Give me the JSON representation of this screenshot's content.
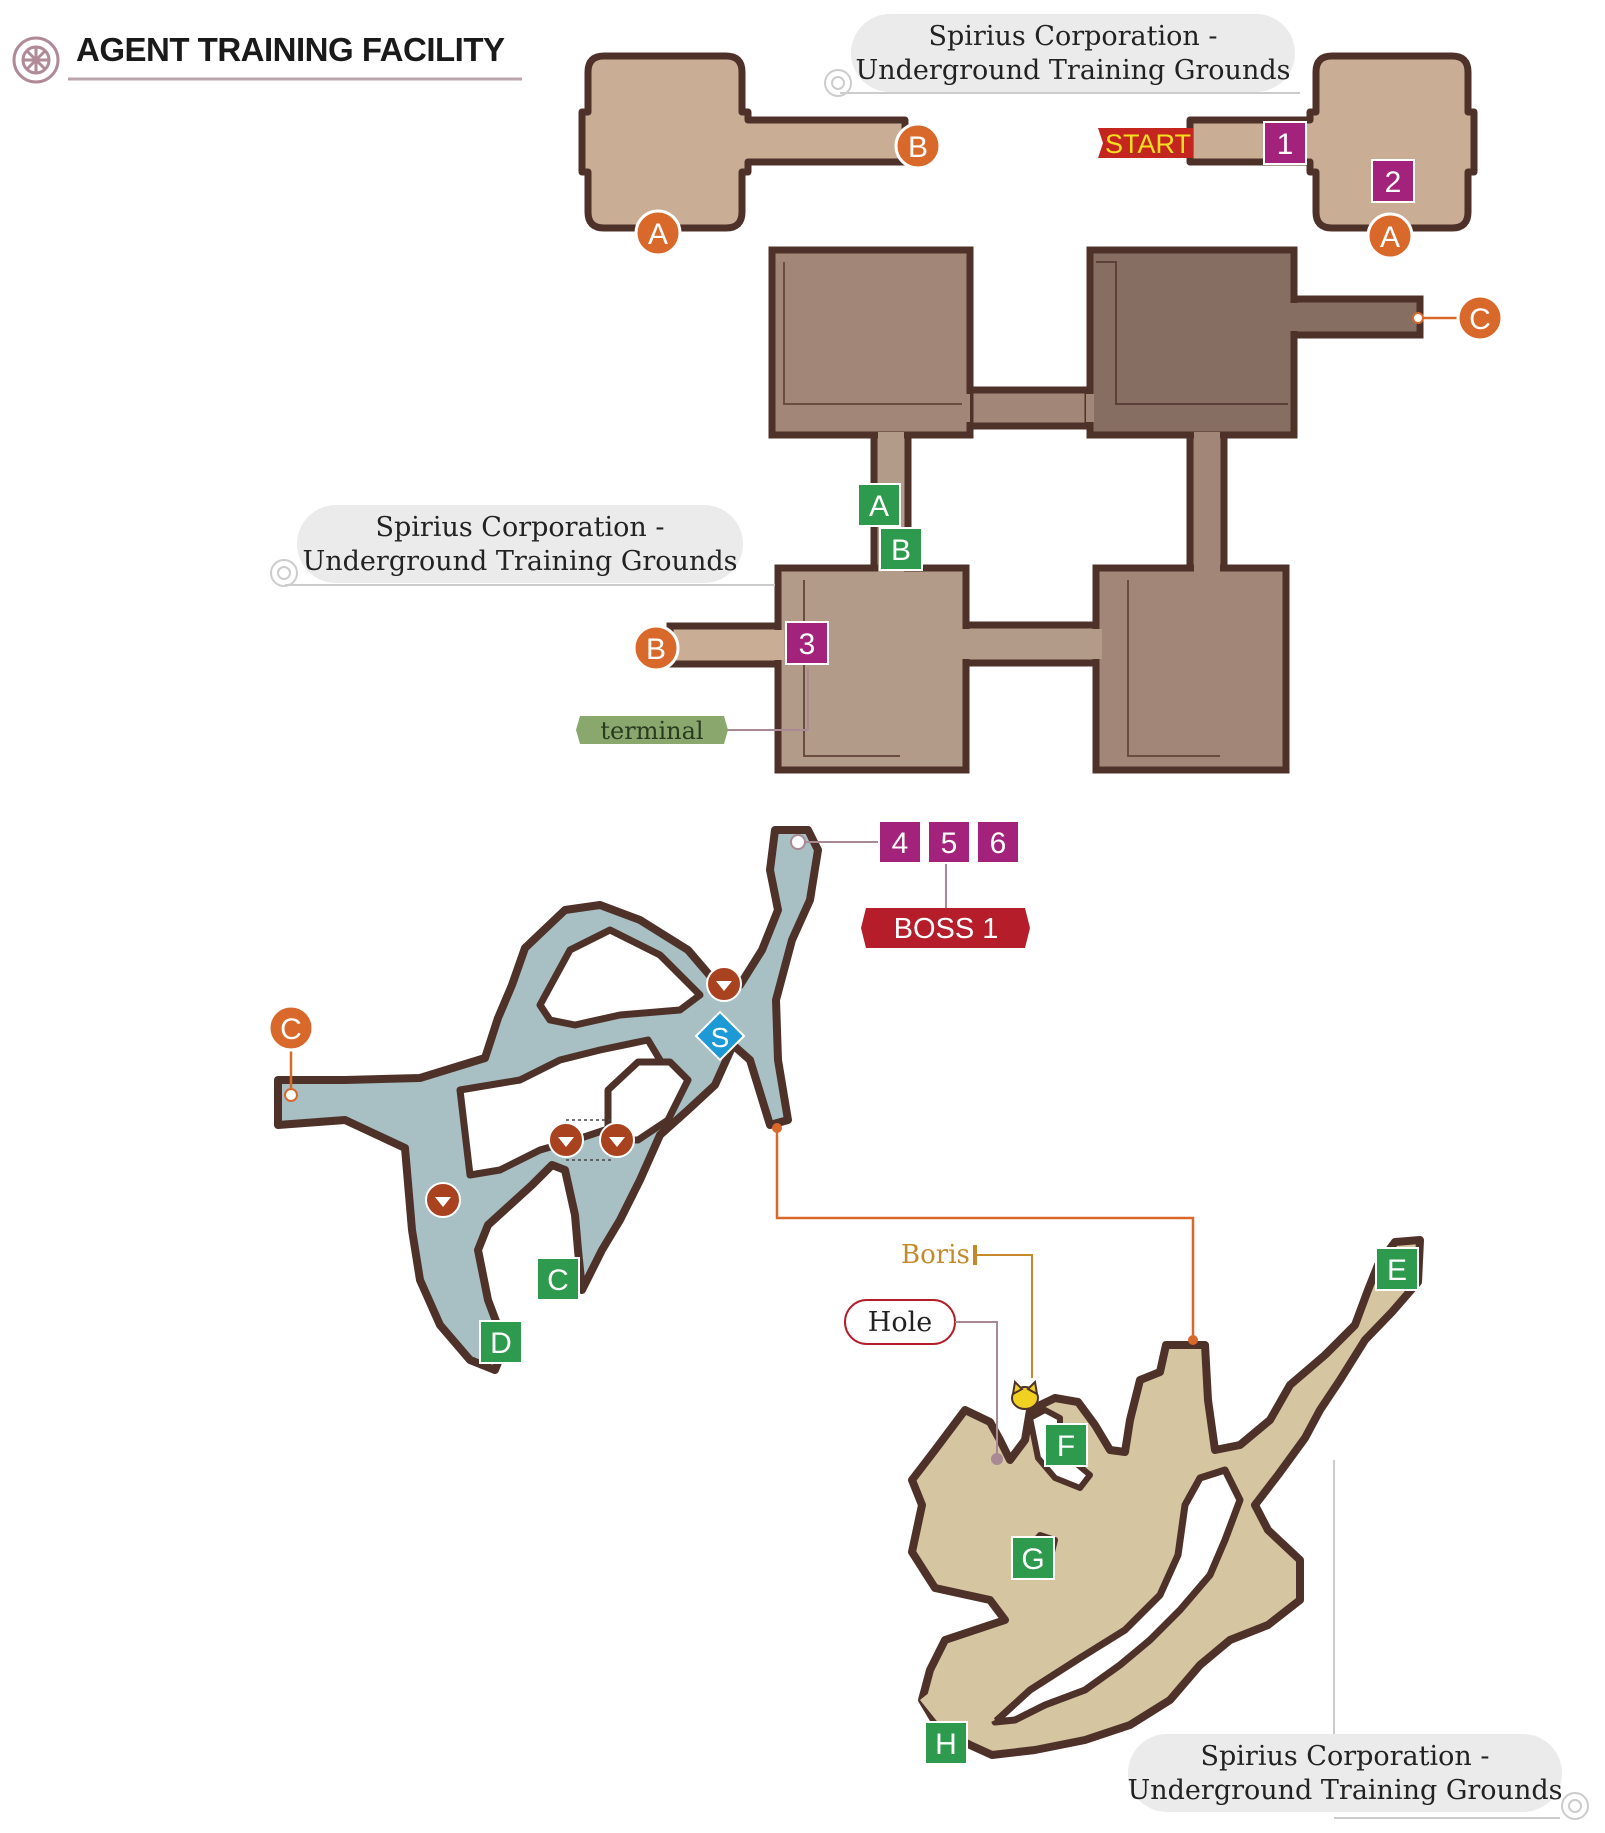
{
  "header": {
    "title": "AGENT TRAINING FACILITY",
    "emblem_icon": "gear-icon"
  },
  "area_labels": [
    {
      "line1": "Spirius Corporation -",
      "line2": "Underground Training Grounds"
    },
    {
      "line1": "Spirius Corporation -",
      "line2": "Underground Training Grounds"
    },
    {
      "line1": "Spirius Corporation -",
      "line2": "Underground Training Grounds"
    }
  ],
  "markers": {
    "start": "START",
    "boss": "BOSS 1",
    "terminal": "terminal",
    "boris": "Boris",
    "hole": "Hole"
  },
  "numbered": [
    "1",
    "2",
    "3",
    "4",
    "5",
    "6"
  ],
  "orange_connectors": [
    "A",
    "B",
    "A",
    "C",
    "B",
    "C"
  ],
  "green_markers": [
    "A",
    "B",
    "C",
    "D",
    "E",
    "F",
    "G",
    "H"
  ],
  "save_point": "S",
  "colors": {
    "wall": "#4e3229",
    "room1": "#c9ad95",
    "room2_light": "#b39b89",
    "room2_mid": "#a28778",
    "room2_dark": "#866e62",
    "cave_blue": "#a8bfc3",
    "cave_tan": "#d5c5a1",
    "orange": "#d9692a",
    "magenta": "#a3237c",
    "green": "#2e9a4d",
    "boss_red": "#b51d2a",
    "terminal_green": "#8aa86e",
    "save_blue": "#1d9ad6",
    "arrow_brown": "#a9421f"
  }
}
